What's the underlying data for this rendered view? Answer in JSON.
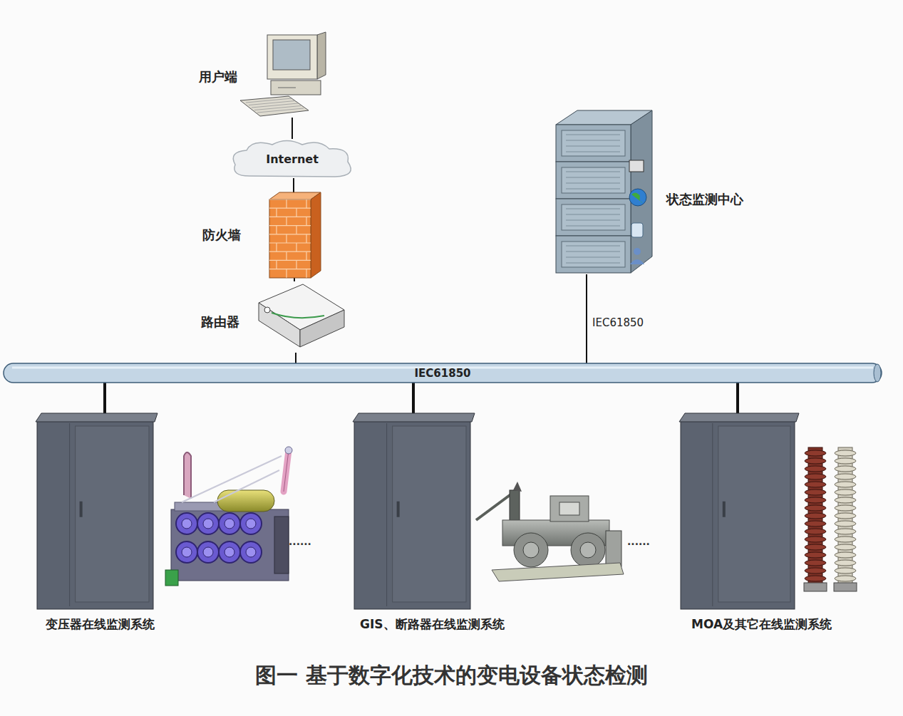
{
  "diagram": {
    "caption": "图一 基于数字化技术的变电设备状态检测",
    "nodes": [
      {
        "text": [
          "用户端"
        ]
      },
      {
        "text": [
          "Internet"
        ]
      },
      {
        "text": [
          "防火墙"
        ]
      },
      {
        "text": [
          "路由器"
        ]
      },
      {
        "text": [
          "状态监测中心"
        ]
      },
      {
        "text": [
          "IEC61850"
        ]
      },
      {
        "text": [
          "变压器在线监测系统"
        ]
      },
      {
        "text": [
          "GIS、断路器在线监测系统"
        ]
      },
      {
        "text": [
          "MOA及其它在线监测系统"
        ]
      }
    ],
    "edges": [
      {
        "from": 0,
        "to": 1,
        "arrow": "none"
      },
      {
        "from": 1,
        "to": 2,
        "arrow": "none"
      },
      {
        "from": 2,
        "to": 3,
        "arrow": "none"
      },
      {
        "from": 3,
        "to": 5,
        "arrow": "none"
      },
      {
        "from": 4,
        "to": 5,
        "label": "IEC61850",
        "arrow": "none"
      },
      {
        "from": 5,
        "to": 6,
        "arrow": "none"
      },
      {
        "from": 5,
        "to": 7,
        "arrow": "none"
      },
      {
        "from": 5,
        "to": 8,
        "arrow": "none"
      }
    ],
    "labels": [
      "......",
      "......"
    ]
  }
}
